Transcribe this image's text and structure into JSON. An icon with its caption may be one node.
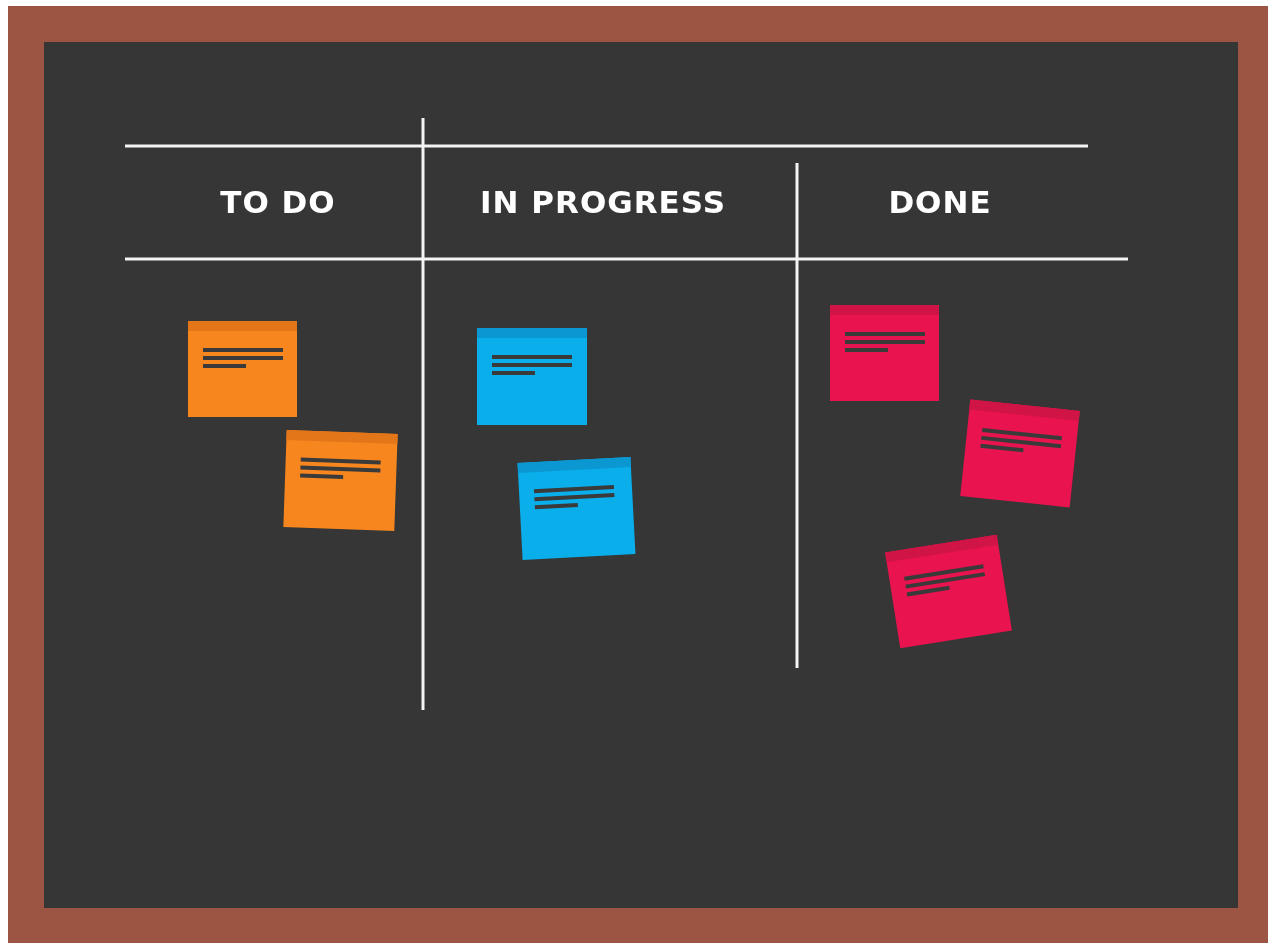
{
  "diagram": {
    "labels": [
      "TO DO",
      "IN PROGRESS",
      "DONE"
    ]
  }
}
